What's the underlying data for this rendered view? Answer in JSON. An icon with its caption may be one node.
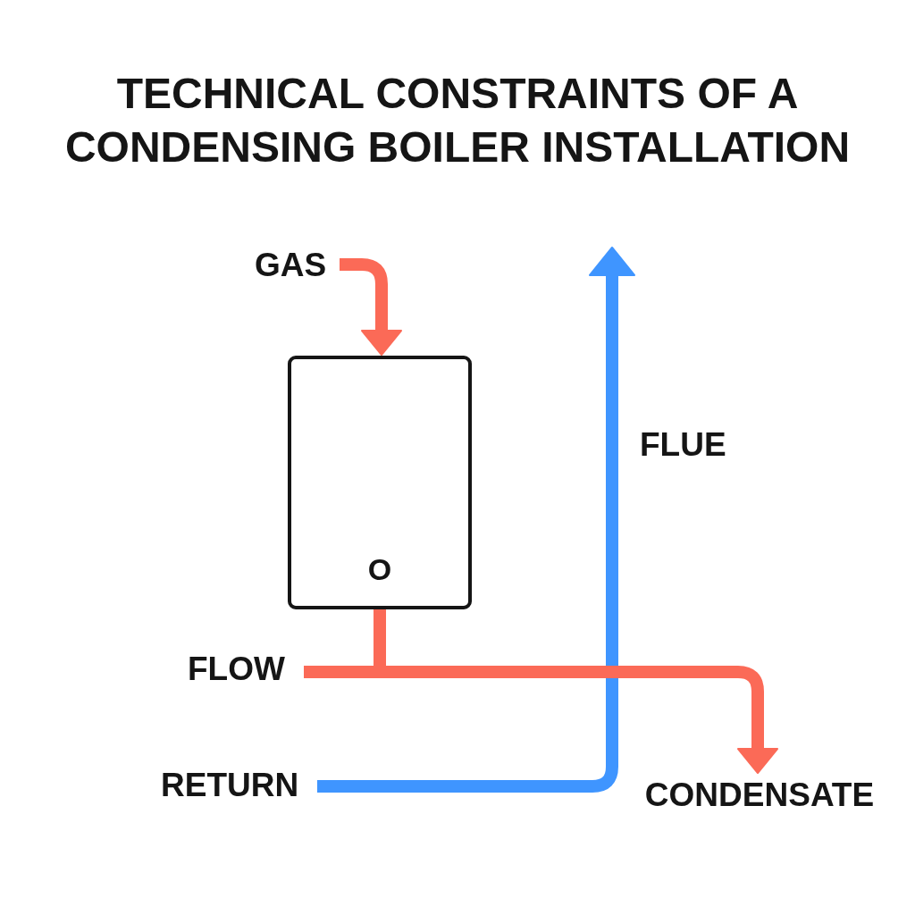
{
  "diagram": {
    "title": "TECHNICAL CONSTRAINTS OF A CONDENSING BOILER INSTALLATION",
    "nodes": [
      {
        "text": [
          "GAS"
        ]
      },
      {
        "text": [
          "O"
        ]
      },
      {
        "text": [
          "FLOW"
        ]
      },
      {
        "text": [
          "RETURN"
        ]
      },
      {
        "text": [
          "CONDENSATE"
        ]
      }
    ],
    "edges": [
      {
        "from": 3,
        "to": null,
        "arrow": "to",
        "label": "FLUE",
        "color": "#3f95ff"
      },
      {
        "from": 0,
        "to": 1,
        "arrow": "to"
      },
      {
        "from": 1,
        "to": 2,
        "arrow": "none"
      },
      {
        "from": 1,
        "to": 4,
        "arrow": "to"
      }
    ]
  }
}
